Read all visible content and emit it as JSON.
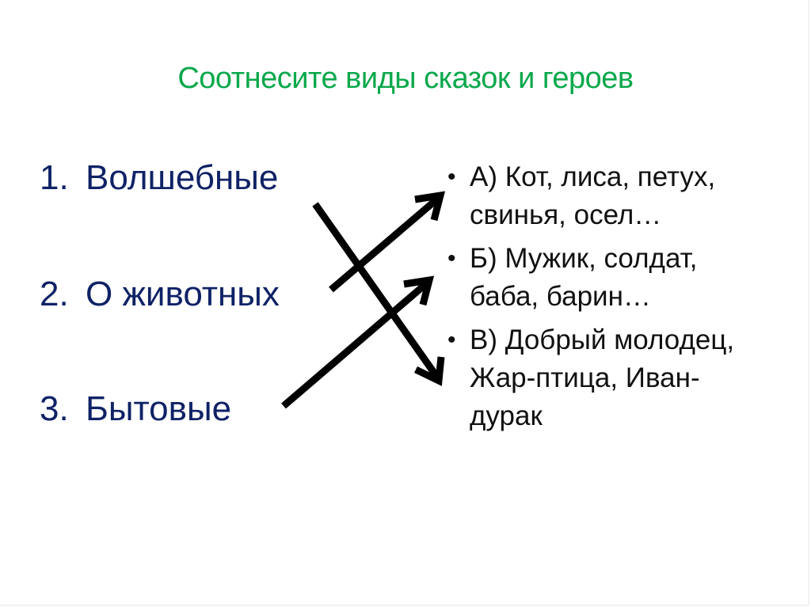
{
  "title": "Соотнесите виды сказок и героев",
  "colors": {
    "title": "#0aa84b",
    "left_text": "#0f2266",
    "right_text": "#111111",
    "arrow": "#000000"
  },
  "left_items": [
    {
      "num": "1.",
      "label": "Волшебные"
    },
    {
      "num": "2.",
      "label": "О животных"
    },
    {
      "num": "3.",
      "label": "Бытовые"
    }
  ],
  "right_items": [
    {
      "bullet": "•",
      "line1": "А) Кот, лиса, петух,",
      "line2": "свинья, осел…",
      "line3": ""
    },
    {
      "bullet": "•",
      "line1": "Б) Мужик, солдат,",
      "line2": "баба, барин…",
      "line3": ""
    },
    {
      "bullet": "•",
      "line1": "В) Добрый молодец,",
      "line2": "Жар-птица, Иван-",
      "line3": "дурак"
    }
  ],
  "arrows": [
    {
      "from": "Волшебные",
      "to": "В"
    },
    {
      "from": "О животных",
      "to": "А"
    },
    {
      "from": "Бытовые",
      "to": "Б"
    }
  ]
}
